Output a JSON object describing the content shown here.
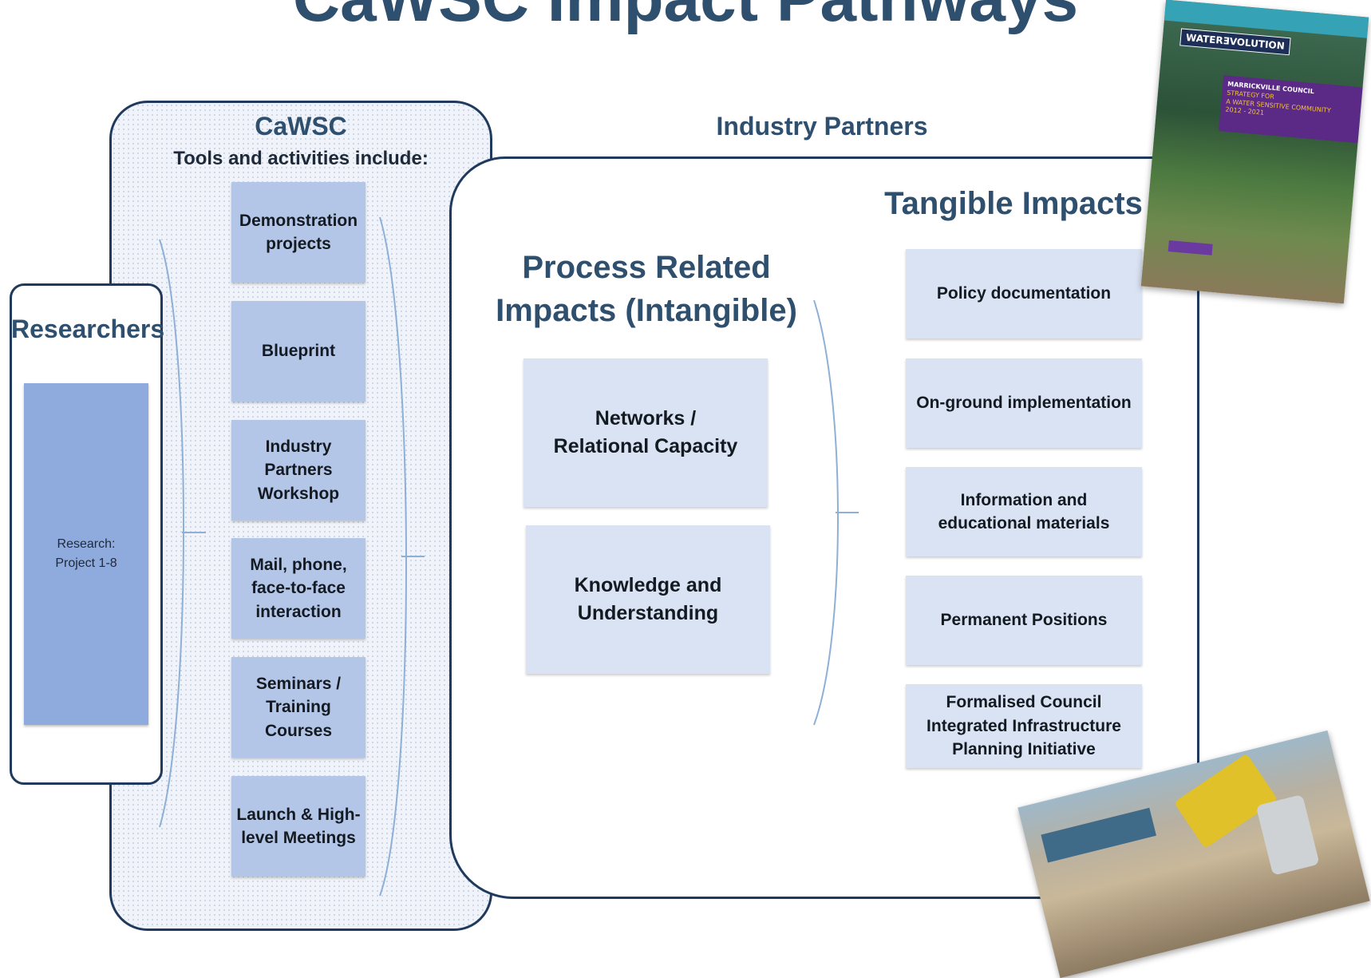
{
  "title": "CaWSC Impact Pathways",
  "researchers": {
    "heading": "Researchers",
    "box_label": "Research:\nProject 1-8"
  },
  "cawsc": {
    "heading": "CaWSC",
    "subheading": "Tools and activities include:",
    "tools": [
      "Demonstration\nprojects",
      "Blueprint",
      "Industry\nPartners\nWorkshop",
      "Mail, phone,\nface-to-face\ninteraction",
      "Seminars /\nTraining\nCourses",
      "Launch & High-\nlevel Meetings"
    ]
  },
  "industry": {
    "heading": "Industry Partners",
    "process_heading": "Process Related\nImpacts (Intangible)",
    "process_items": [
      "Networks /\nRelational Capacity",
      "Knowledge and\nUnderstanding"
    ],
    "tangible_heading": "Tangible Impacts",
    "tangible_items": [
      "Policy documentation",
      "On-ground implementation",
      "Information and\neducational materials",
      "Permanent Positions",
      "Formalised Council\nIntegrated Infrastructure\nPlanning Initiative"
    ]
  },
  "brochure": {
    "logo_text": "WATERƎVOLUTION",
    "council": "MARRICKVILLE COUNCIL",
    "strategy": "STRATEGY FOR\nA WATER SENSITIVE COMMUNITY\n2012 - 2021"
  },
  "colors": {
    "heading": "#2f4f6e",
    "border": "#203a5e",
    "research_fill": "#8faadc",
    "tool_fill": "#b4c6e7",
    "impact_fill": "#dae3f3",
    "bracket": "#8fb0d6"
  }
}
